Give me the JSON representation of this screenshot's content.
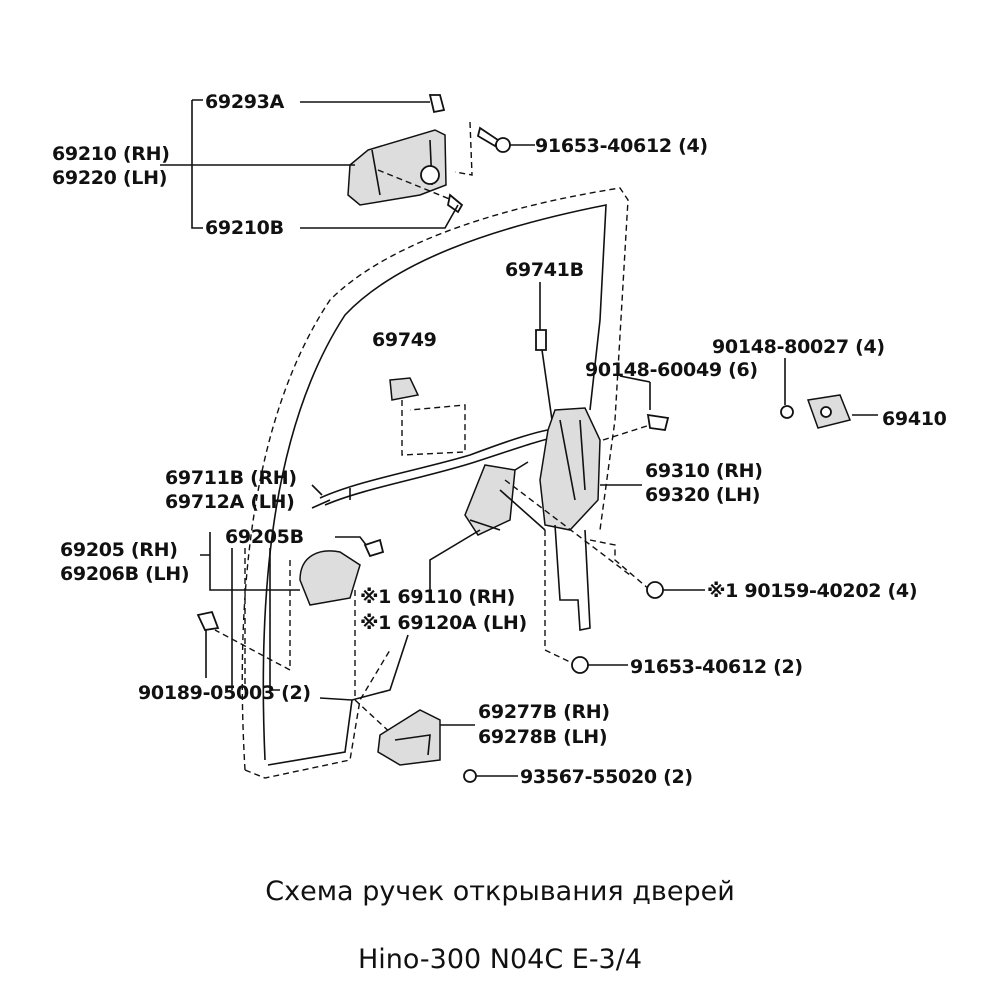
{
  "labels": {
    "p69293a": "69293A",
    "p69210rh": "69210 (RH)",
    "p69220lh": "69220 (LH)",
    "p69210b": "69210B",
    "p91653_4": "91653-40612 (4)",
    "p69741b": "69741B",
    "p69749": "69749",
    "p90148_80027": "90148-80027 (4)",
    "p90148_60049": "90148-60049 (6)",
    "p69410": "69410",
    "p69711b": "69711B (RH)",
    "p69712a": "69712A (LH)",
    "p69310": "69310 (RH)",
    "p69320": "69320 (LH)",
    "p69205b": "69205B",
    "p69205": "69205 (RH)",
    "p69206b": "69206B (LH)",
    "p69110": "※1 69110 (RH)",
    "p69120a": "※1 69120A (LH)",
    "p90159": "※1 90159-40202 (4)",
    "p91653_2": "91653-40612 (2)",
    "p90189": "90189-05003 (2)",
    "p69277b": "69277B (RH)",
    "p69278b": "69278B (LH)",
    "p93567": "93567-55020 (2)"
  },
  "caption": {
    "line1": "Схема ручек открывания дверей",
    "line2": "Hino-300 N04C E-3/4"
  }
}
